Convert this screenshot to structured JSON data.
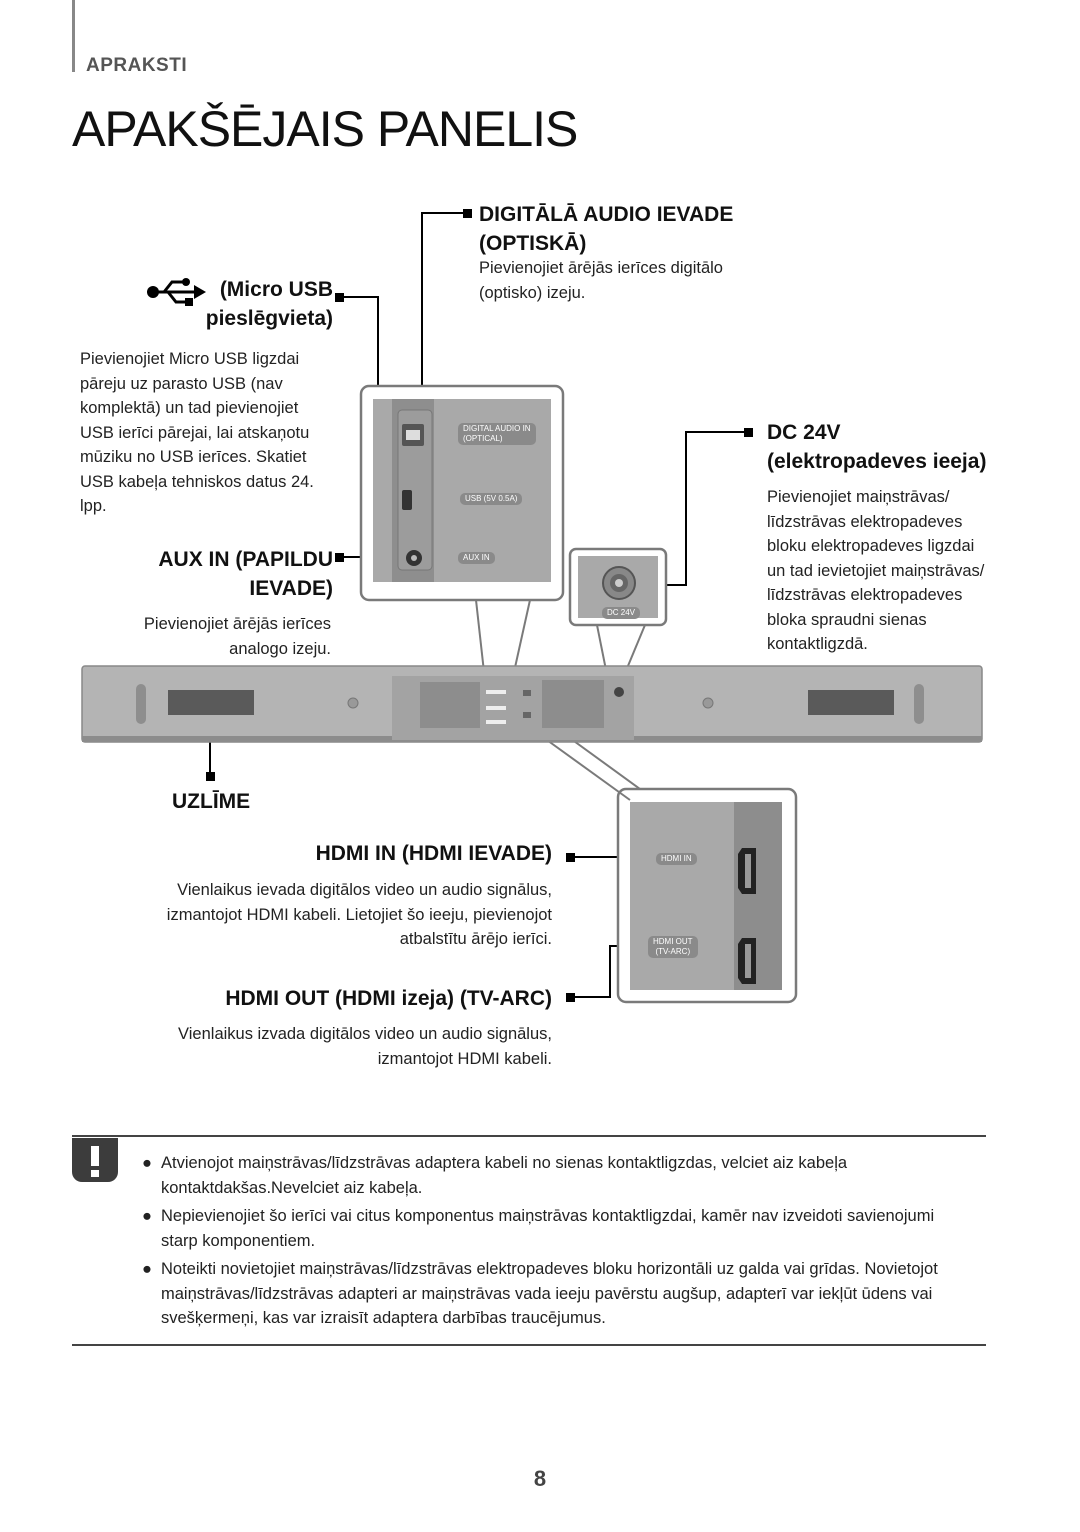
{
  "header": {
    "section": "APRAKSTI",
    "title": "APAKŠĒJAIS PANELIS"
  },
  "optical": {
    "title_line1": "DIGITĀLĀ AUDIO IEVADE",
    "title_line2": "(OPTISKĀ)",
    "desc_line1": "Pievienojiet ārējās ierīces digitālo",
    "desc_line2": "(optisko) izeju."
  },
  "usb": {
    "title_line1": "(Micro USB",
    "title_line2": "pieslēgvieta)",
    "desc_lines": [
      "Pievienojiet Micro USB ligzdai",
      "pāreju uz parasto USB (nav",
      "komplektā) un tad pievienojiet",
      "USB ierīci pārejai, lai atskaņotu",
      "mūziku no USB ierīces. Skatiet",
      "USB kabeļa tehniskos datus 24.",
      "lpp."
    ]
  },
  "aux": {
    "title_line1": "AUX IN (PAPILDU",
    "title_line2": "IEVADE)",
    "desc_line1": "Pievienojiet ārējās ierīces",
    "desc_line2": "analogo izeju."
  },
  "dc": {
    "title_line1": "DC 24V",
    "title_line2": "(elektropadeves ieeja)",
    "desc_lines": [
      "Pievienojiet maiņstrāvas/",
      "līdzstrāvas elektropadeves",
      "bloku elektropadeves ligzdai",
      "un tad ievietojiet maiņstrāvas/",
      "līdzstrāvas elektropadeves",
      "bloka spraudni sienas",
      "kontaktligzdā."
    ]
  },
  "label": {
    "title": "UZLĪME"
  },
  "hdmi_in": {
    "title": "HDMI IN (HDMI IEVADE)",
    "desc_line1": "Vienlaikus ievada digitālos video un audio signālus,",
    "desc_line2": "izmantojot HDMI kabeli. Lietojiet šo ieeju, pievienojot",
    "desc_line3": "atbalstītu ārējo ierīci."
  },
  "hdmi_out": {
    "title": "HDMI OUT  (HDMI izeja) (TV-ARC)",
    "desc_line1": "Vienlaikus izvada digitālos video un audio signālus,",
    "desc_line2": "izmantojot HDMI kabeli."
  },
  "device_labels": {
    "digital_audio_in": "DIGITAL AUDIO IN",
    "optical": "(OPTICAL)",
    "usb": "USB (5V 0.5A)",
    "aux_in": "AUX IN",
    "dc_24v": "DC 24V",
    "hdmi_in": "HDMI IN",
    "hdmi_out": "HDMI OUT",
    "tv_arc": "(TV-ARC)"
  },
  "notes": {
    "icon": "exclamation-icon",
    "items": [
      {
        "line1": "Atvienojot maiņstrāvas/līdzstrāvas adaptera kabeli no sienas kontaktligzdas, velciet aiz kabeļa",
        "line2": "kontaktdakšas.Nevelciet aiz kabeļa."
      },
      {
        "line1": "Nepievienojiet šo ierīci vai citus komponentus maiņstrāvas kontaktligzdai, kamēr nav izveidoti savienojumi",
        "line2": "starp komponentiem."
      },
      {
        "line1": "Noteikti novietojiet maiņstrāvas/līdzstrāvas elektropadeves bloku horizontāli uz galda vai grīdas. Novietojot",
        "line2": "maiņstrāvas/līdzstrāvas adapteri ar maiņstrāvas vada ieeju pavērstu augšup, adapterī var iekļūt ūdens vai",
        "line3": "svešķermeņi, kas var izraisīt adaptera darbības traucējumus."
      }
    ],
    "bullet": "●"
  },
  "page_number": "8"
}
